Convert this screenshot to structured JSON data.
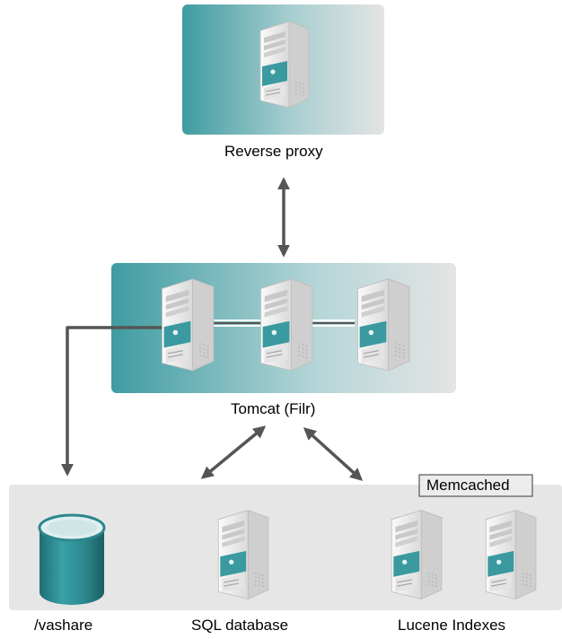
{
  "nodes": {
    "reverse_proxy": {
      "label": "Reverse proxy",
      "icon": "server-icon"
    },
    "tomcat": {
      "label": "Tomcat (Filr)",
      "icon": "server-icon",
      "server_count": 3
    },
    "vashare": {
      "label": "/vashare",
      "icon": "storage-cylinder-icon"
    },
    "sql_database": {
      "label": "SQL database",
      "icon": "server-icon"
    },
    "lucene_indexes": {
      "label": "Lucene Indexes",
      "icon": "server-icon",
      "server_count": 2
    },
    "memcached": {
      "label": "Memcached"
    }
  },
  "connections": [
    {
      "from": "reverse_proxy",
      "to": "tomcat",
      "style": "bidirectional"
    },
    {
      "from": "tomcat",
      "to": "sql_database",
      "style": "bidirectional"
    },
    {
      "from": "tomcat",
      "to": "lucene_indexes",
      "style": "bidirectional"
    },
    {
      "from": "tomcat",
      "to": "vashare",
      "style": "directed"
    }
  ],
  "colors": {
    "teal": "#3a9aa0",
    "teal_dark": "#2d7f85",
    "panel_gray": "#e6e6e6",
    "arrow_gray": "#555555",
    "server_body": "#f2f2f2"
  }
}
